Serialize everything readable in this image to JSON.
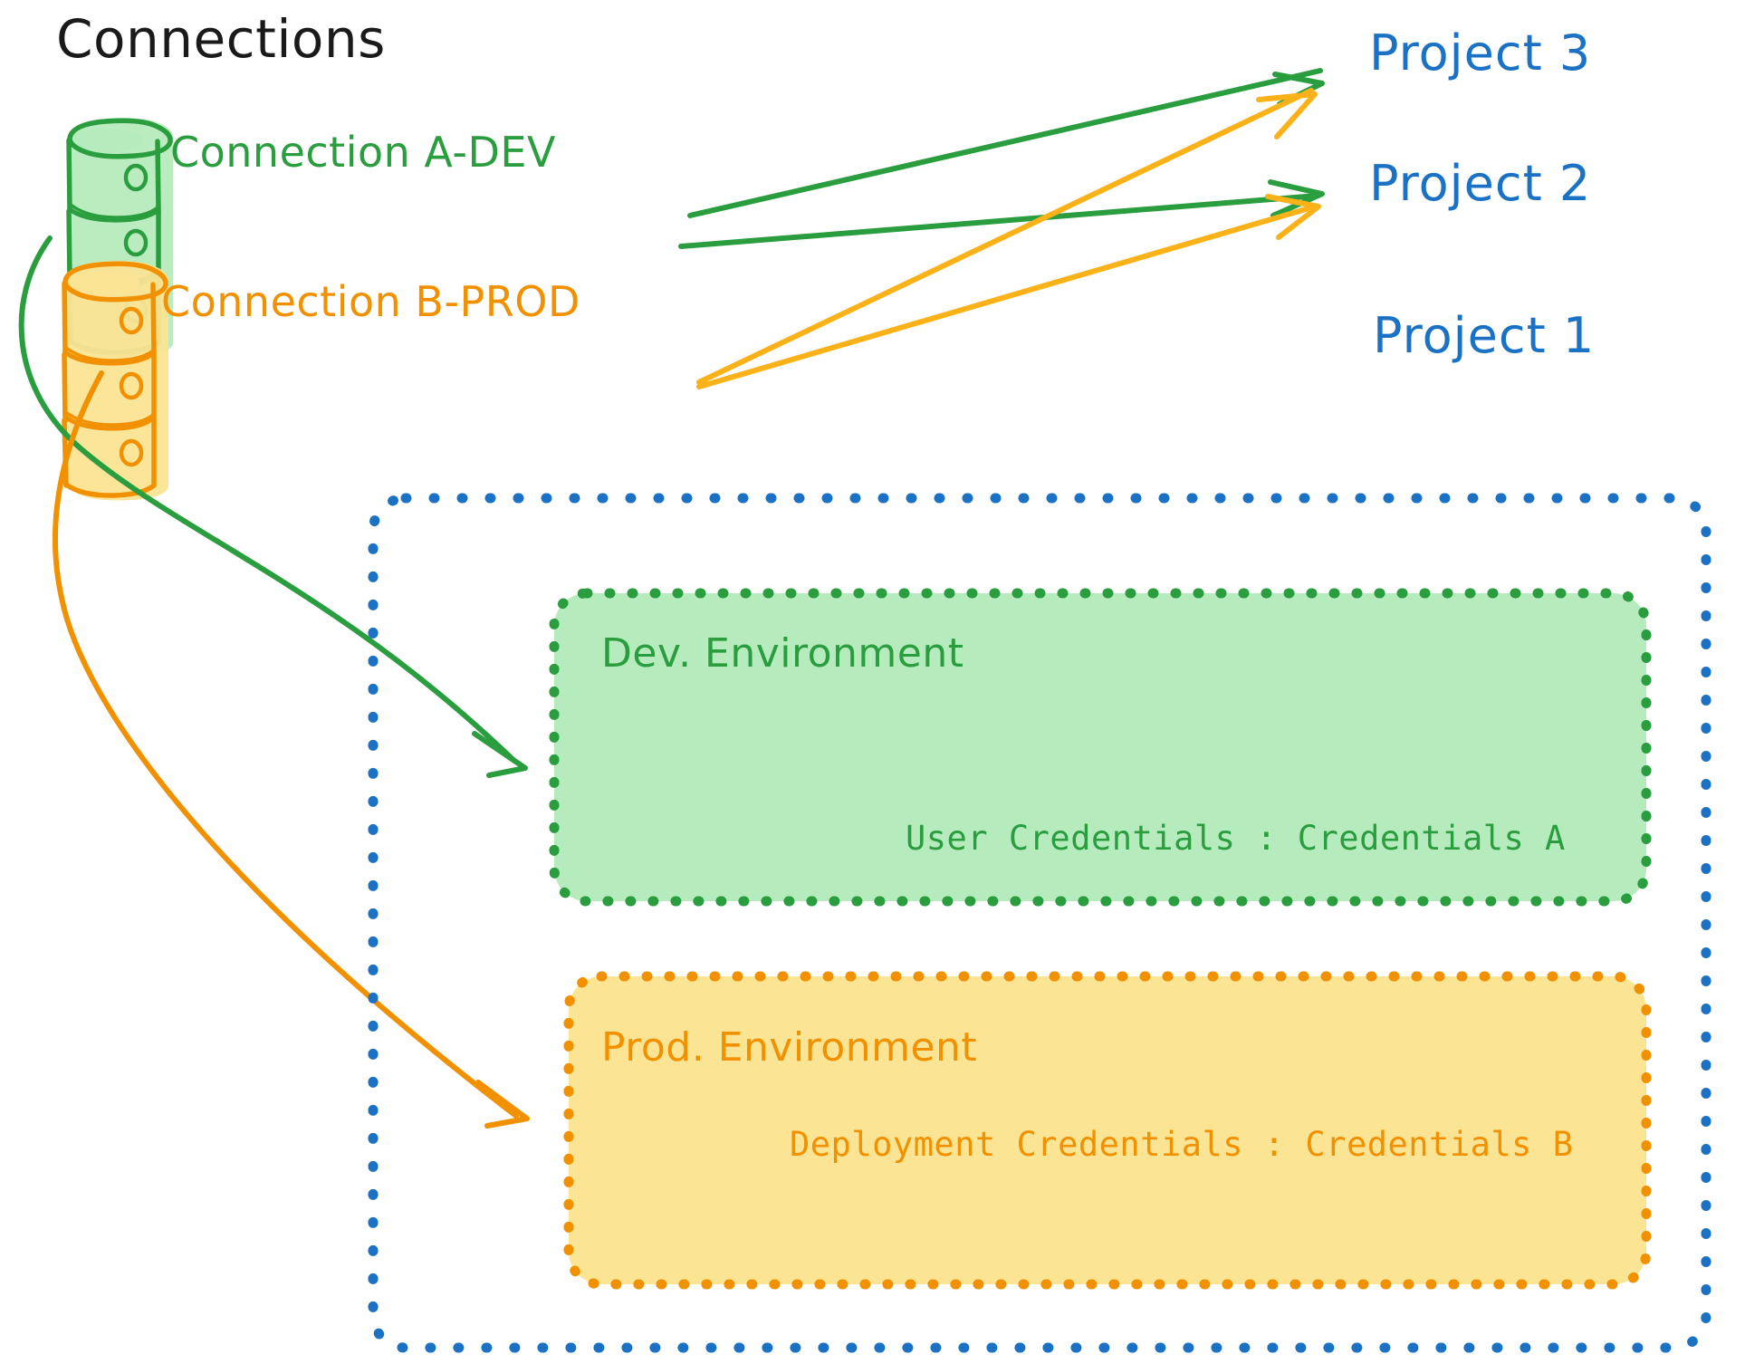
{
  "diagram": {
    "title": "Connections",
    "connections": [
      {
        "id": "connection-a-dev",
        "label": "Connection A-DEV",
        "color": "#2a9d3f",
        "icon": "database-cylinder-icon"
      },
      {
        "id": "connection-b-prod",
        "label": "Connection B-PROD",
        "color": "#f29100",
        "icon": "database-cylinder-icon"
      }
    ],
    "projects": [
      {
        "id": "project-3",
        "label": "Project 3",
        "color": "#1b72c4"
      },
      {
        "id": "project-2",
        "label": "Project 2",
        "color": "#1b72c4"
      },
      {
        "id": "project-1",
        "label": "Project 1",
        "color": "#1b72c4"
      }
    ],
    "project_container": {
      "id": "project-1-container",
      "border_color": "#1b72c4",
      "border_style": "dotted"
    },
    "environments": [
      {
        "id": "dev-environment",
        "title": "Dev. Environment",
        "credential_label": "User Credentials : Credentials A",
        "border_color": "#2a9d3f",
        "fill_color": "#b6ebbd",
        "text_color": "#2a9d3f"
      },
      {
        "id": "prod-environment",
        "title": "Prod. Environment",
        "credential_label": "Deployment Credentials : Credentials B",
        "border_color": "#f29100",
        "fill_color": "#fbe493",
        "text_color": "#f29100"
      }
    ],
    "edges": [
      {
        "from": "connection-a-dev",
        "to": "project-3",
        "color": "#2a9d3f"
      },
      {
        "from": "connection-a-dev",
        "to": "project-2",
        "color": "#2a9d3f"
      },
      {
        "from": "connection-a-dev",
        "to": "dev-environment",
        "color": "#2a9d3f"
      },
      {
        "from": "connection-b-prod",
        "to": "project-3",
        "color": "#fbb219"
      },
      {
        "from": "connection-b-prod",
        "to": "project-2",
        "color": "#fbb219"
      },
      {
        "from": "connection-b-prod",
        "to": "prod-environment",
        "color": "#f29100"
      }
    ]
  }
}
